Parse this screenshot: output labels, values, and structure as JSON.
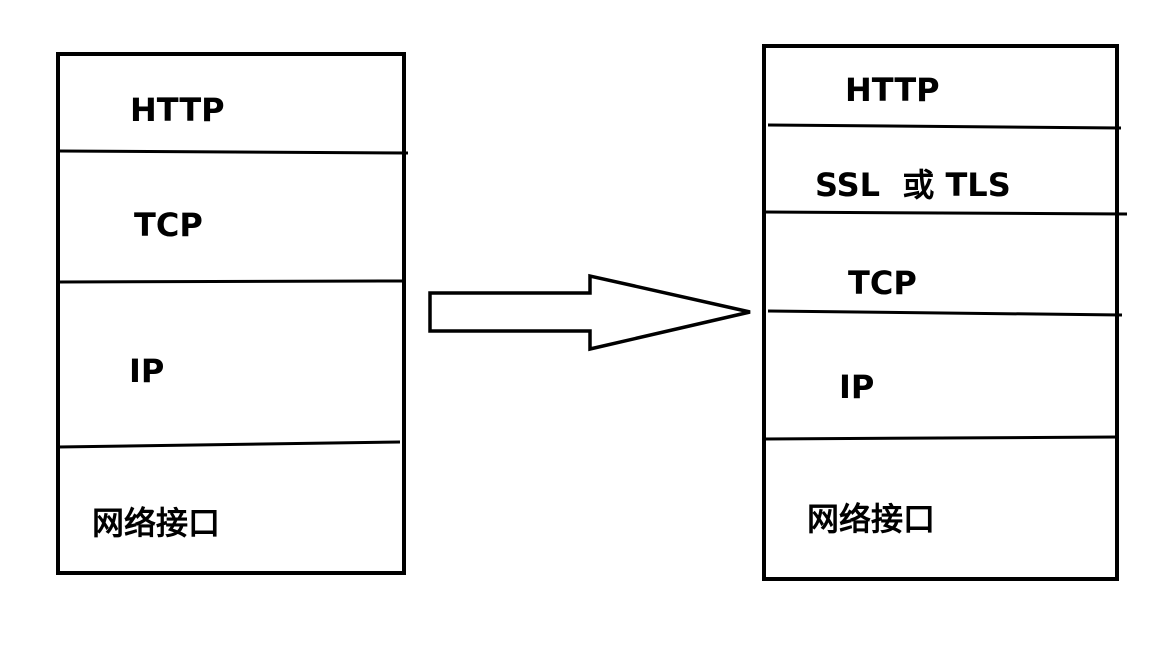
{
  "left_stack": {
    "layers": [
      "HTTP",
      "TCP",
      "IP",
      "网络接口"
    ]
  },
  "right_stack": {
    "layers": [
      "HTTP",
      "SSL  或 TLS",
      "TCP",
      "IP",
      "网络接口"
    ]
  },
  "colors": {
    "stroke": "#000000",
    "background": "#ffffff"
  }
}
